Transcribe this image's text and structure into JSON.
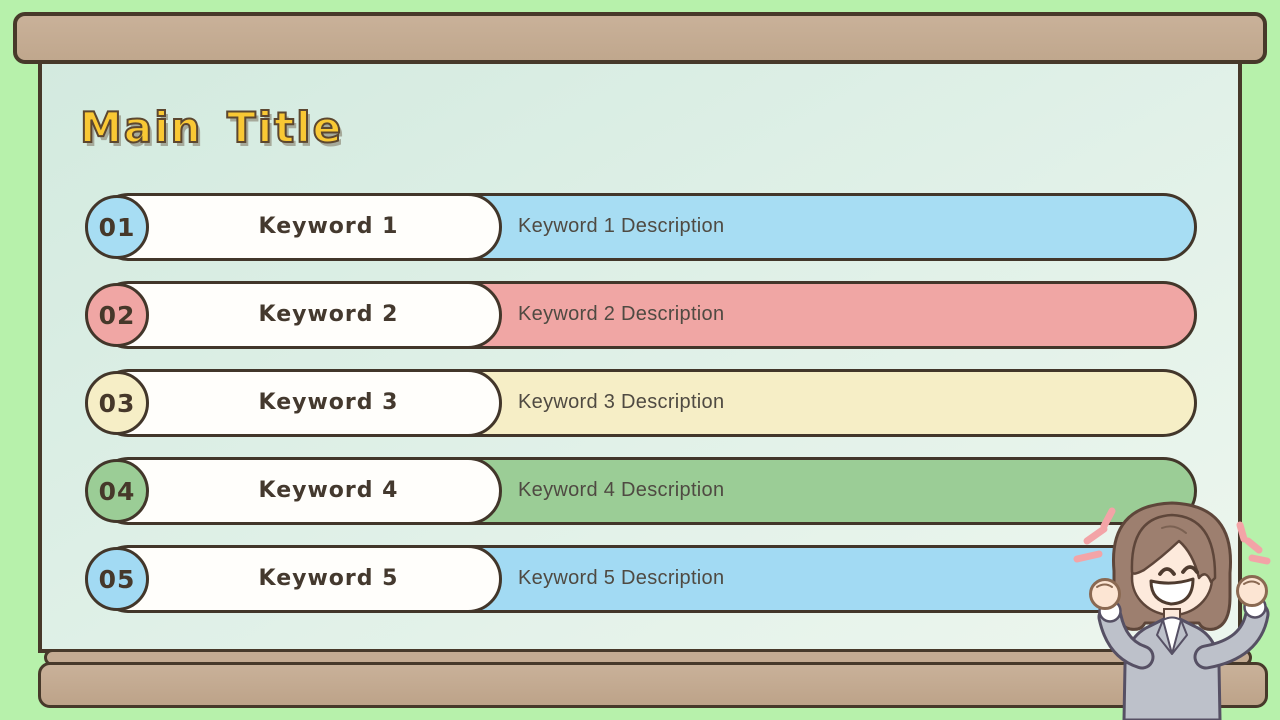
{
  "slide": {
    "title": "Main Title",
    "rows": [
      {
        "number": "01",
        "keyword": "Keyword 1",
        "description": "Keyword 1 Description",
        "color": "#a7ddf3"
      },
      {
        "number": "02",
        "keyword": "Keyword 2",
        "description": "Keyword 2 Description",
        "color": "#f0a6a4"
      },
      {
        "number": "03",
        "keyword": "Keyword 3",
        "description": "Keyword 3 Description",
        "color": "#f6eec6"
      },
      {
        "number": "04",
        "keyword": "Keyword 4",
        "description": "Keyword 4 Description",
        "color": "#9bcd96"
      },
      {
        "number": "05",
        "keyword": "Keyword 5",
        "description": "Keyword 5 Description",
        "color": "#a2daf3"
      }
    ]
  },
  "theme": {
    "page_background": "#b7f1ab",
    "board_gradient_start": "#d3eadf",
    "board_gradient_end": "#edf6ee",
    "frame_wood_color": "#c4ab92",
    "outline_color": "#47392a",
    "title_color": "#f9c834",
    "title_outline_color": "#5c4730",
    "keyword_text_color": "#44392e",
    "description_text_color": "#4f4a42",
    "white_pill_color": "#fffefb",
    "sparkle_color": "#f3a4a7"
  },
  "illustration": {
    "name": "cheering-businesswoman",
    "alt": "Smiling woman with brown bob hair in gray suit raising both fists, pink emphasis sparks beside her head"
  }
}
